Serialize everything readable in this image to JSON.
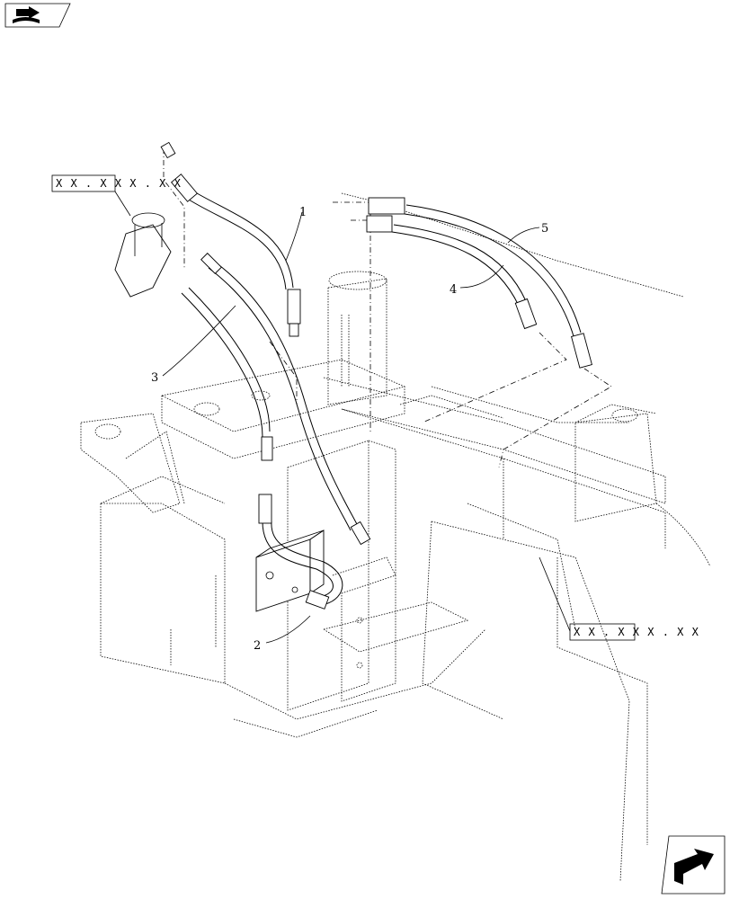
{
  "nav": {
    "top_left_icon": "book-arrow-icon",
    "bottom_right_icon": "next-page-arrow-icon"
  },
  "callouts": {
    "c1": "1",
    "c2": "2",
    "c3": "3",
    "c4": "4",
    "c5": "5"
  },
  "references": {
    "ref_top_left": "X X . X X X . X X",
    "ref_right": "X X . X X X . X X"
  }
}
